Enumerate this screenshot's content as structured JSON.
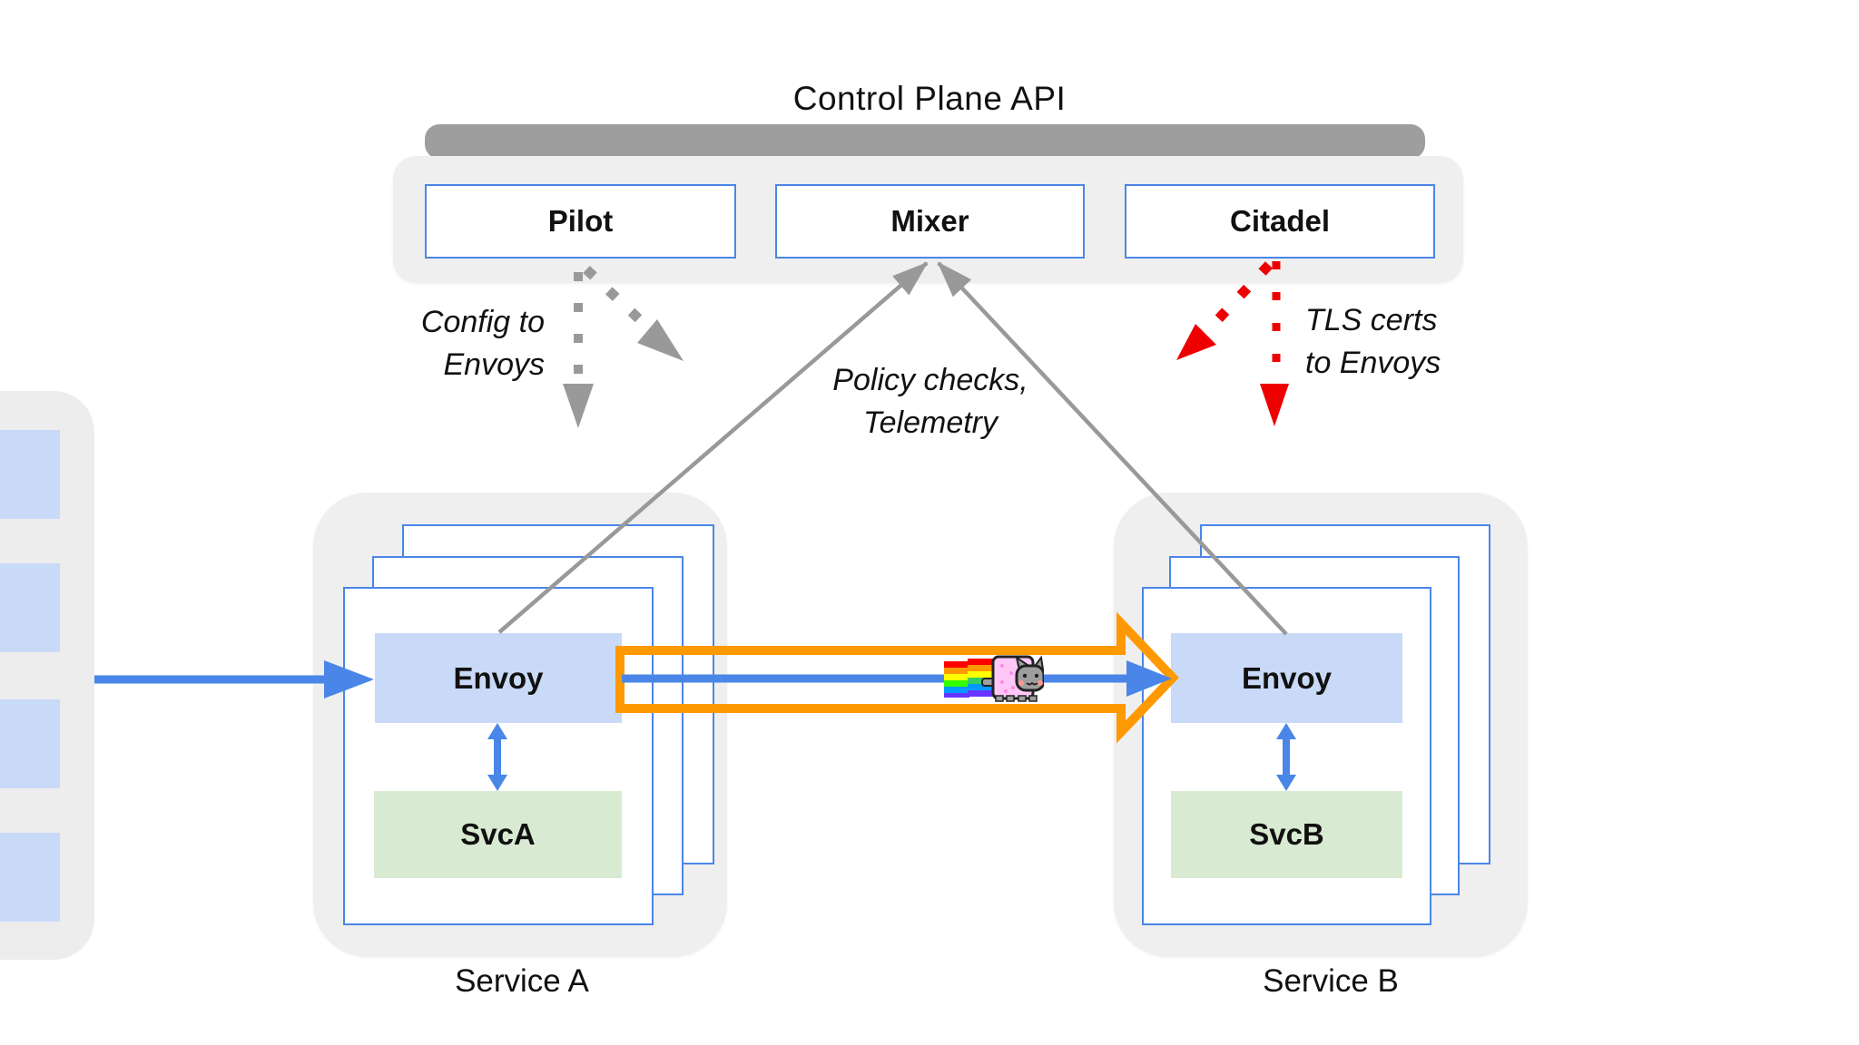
{
  "diagram": {
    "title": "Control Plane API",
    "control_plane": {
      "components": [
        "Pilot",
        "Mixer",
        "Citadel"
      ]
    },
    "annotations": {
      "config": {
        "line1": "Config to",
        "line2": "Envoys"
      },
      "policy": {
        "line1": "Policy checks,",
        "line2": "Telemetry"
      },
      "tls": {
        "line1": "TLS certs",
        "line2": "to Envoys"
      }
    },
    "service_a": {
      "proxy": "Envoy",
      "workload": "SvcA",
      "label": "Service A"
    },
    "service_b": {
      "proxy": "Envoy",
      "workload": "SvcB",
      "label": "Service B"
    },
    "icons": {
      "nyan_cat": "nyan-cat-icon",
      "traffic_arrow": "orange-traffic-arrow"
    },
    "colors": {
      "accent_blue": "#4a86e8",
      "fill_blue": "#c9daf8",
      "fill_green": "#d9ead3",
      "orange": "#ff9900",
      "arrow_gray": "#999999",
      "bar_gray": "#9e9e9e",
      "container_gray": "#efefef",
      "red": "#ee0000"
    }
  }
}
